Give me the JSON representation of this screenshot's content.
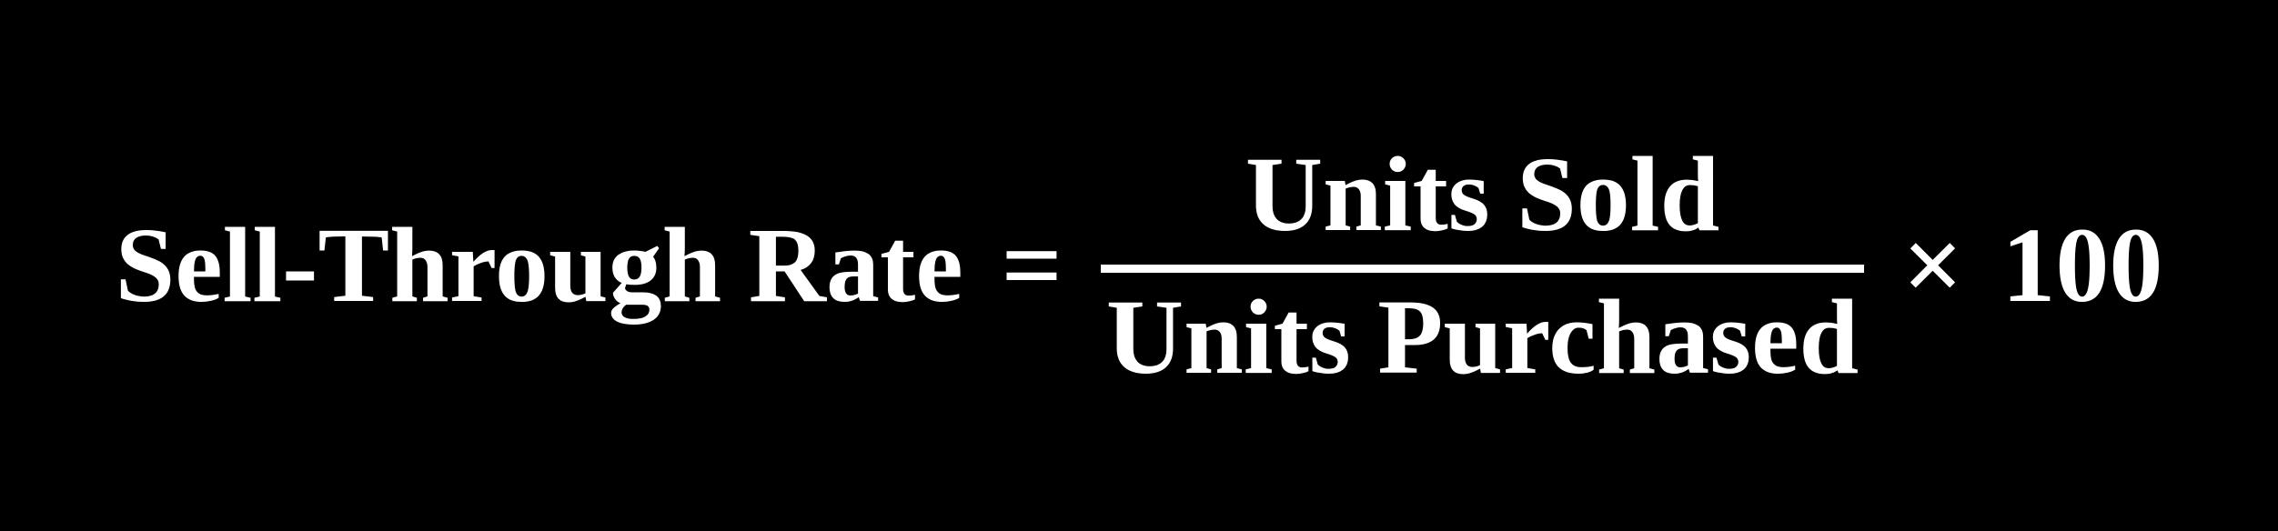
{
  "formula": {
    "lhs": "Sell-Through Rate",
    "equals": "=",
    "numerator": "Units Sold",
    "denominator": "Units Purchased",
    "times": "×",
    "multiplier": "100"
  },
  "colors": {
    "background": "#000000",
    "text": "#FFFFFF"
  }
}
